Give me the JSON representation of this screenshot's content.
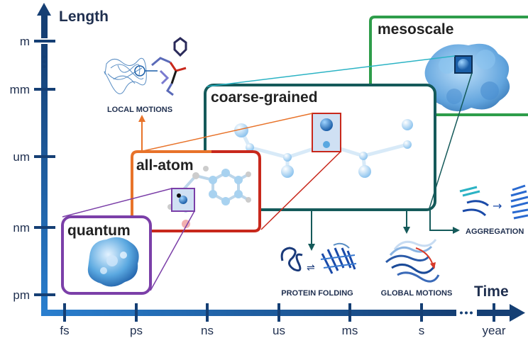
{
  "axes": {
    "y_title": "Length",
    "x_title": "Time",
    "y_ticks": [
      "m",
      "mm",
      "um",
      "nm",
      "pm"
    ],
    "x_ticks": [
      "fs",
      "ps",
      "ns",
      "us",
      "ms",
      "s",
      "year"
    ],
    "color": "#1a5ea8"
  },
  "boxes": {
    "quantum": {
      "title": "quantum",
      "color": "#7b3fa8"
    },
    "all_atom": {
      "title": "all-atom",
      "color": "#c8281c"
    },
    "coarse_grained": {
      "title": "coarse-grained",
      "color": "#155a5a"
    },
    "mesoscale": {
      "title": "mesoscale",
      "color": "#2e9d4a"
    }
  },
  "captions": {
    "local_motions": "LOCAL MOTIONS",
    "protein_folding": "PROTEIN FOLDING",
    "global_motions": "GLOBAL MOTIONS",
    "aggregation": "AGGREGATION"
  },
  "colors": {
    "orange_arrow": "#e8732a",
    "teal_arrow": "#155a5a",
    "molecule_blue": "#5aa8e0",
    "bead_blue": "#a8d2f0"
  }
}
